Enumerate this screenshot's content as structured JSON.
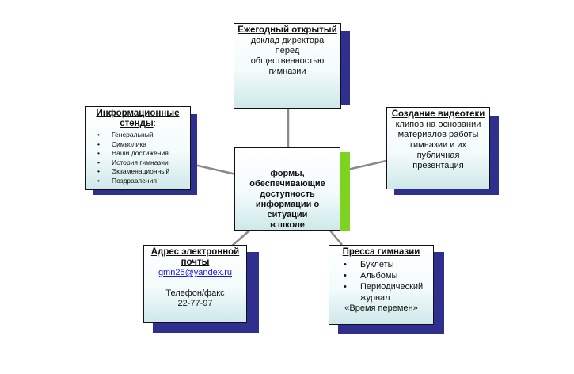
{
  "nodes": {
    "top": {
      "title": "Ежегодный открытый",
      "line1_link": "доклад",
      "line1_rest": " директора",
      "line2": "перед",
      "line3": "общественностью",
      "line4": "гимназии"
    },
    "center": {
      "line1": "формы,",
      "line2": "обеспечивающие",
      "line3": "доступность",
      "line4": "информации о ситуации",
      "line5": "в школе"
    },
    "left": {
      "title_line1": "Информационные",
      "title_line2": "стенды",
      "colon": ":",
      "items": [
        "Генеральный",
        "Символика",
        "Наши достижения",
        "История гимназии",
        "Экзаменационный",
        "Поздравления"
      ]
    },
    "right": {
      "title": "Создание видеотеки",
      "line1_u": "клипов на",
      "line1_rest": " основании",
      "line2": "материалов работы",
      "line3": "гимназии и их",
      "line4": "публичная",
      "line5": "презентация"
    },
    "bottom_left": {
      "title_line1": "Адрес электронной",
      "title_line2": "почты",
      "email": "gmn25@yandex.ru",
      "phone_label": "Телефон/факс",
      "phone": "22-77-97"
    },
    "bottom_right": {
      "title": "Пресса гимназии",
      "items": [
        "Буклеты",
        "Альбомы",
        "Периодический журнал"
      ],
      "footer": "«Время перемен»"
    }
  },
  "colors": {
    "shadow": "#2e2f8e",
    "center_shadow": "#7ed321",
    "connector": "#8a8a8a",
    "link": "#1a1adf"
  }
}
